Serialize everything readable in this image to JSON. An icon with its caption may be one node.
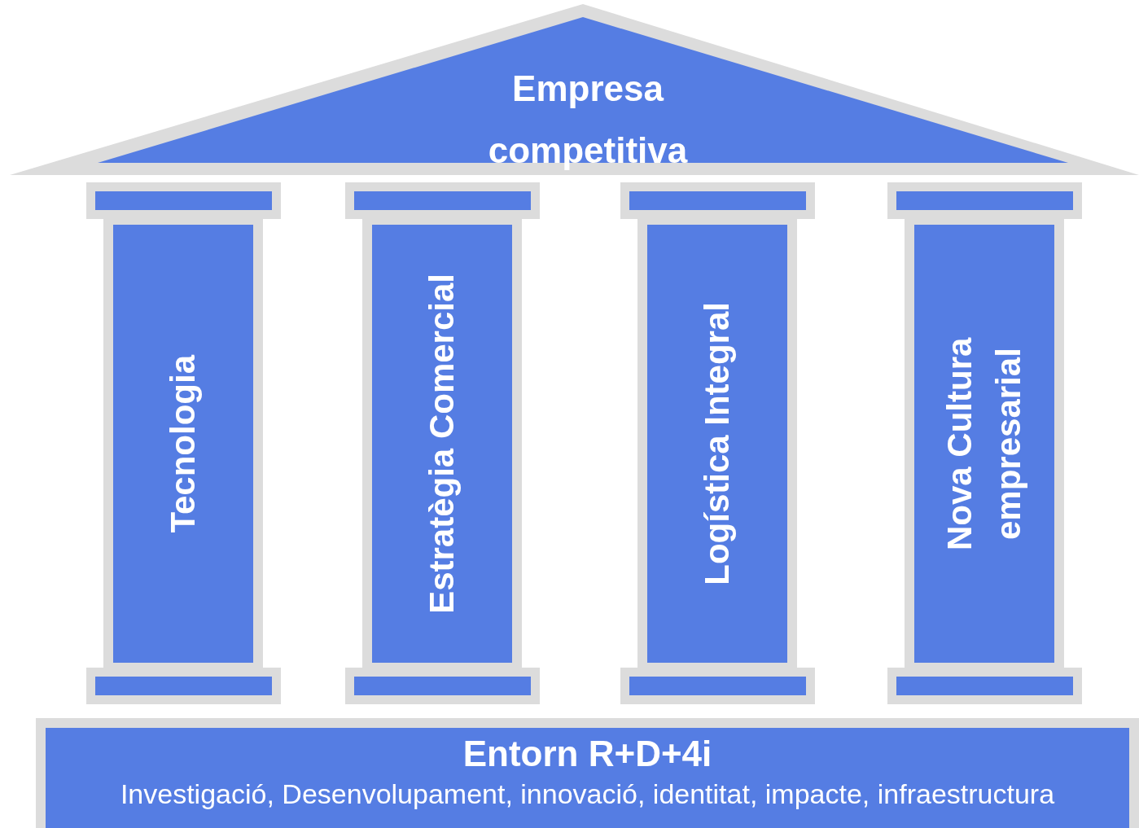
{
  "diagram": {
    "nodes": [
      {
        "text": [
          "Empresa competitiva"
        ]
      },
      {
        "text": [
          "Tecnologia"
        ]
      },
      {
        "text": [
          "Estratègia Comercial"
        ]
      },
      {
        "text": [
          "Logística Integral"
        ]
      },
      {
        "text": [
          "Nova Cultura empresarial"
        ]
      },
      {
        "text": [
          "Entorn R+D+4i",
          "Investigació, Desenvolupament, innovació, identitat, impacte, infraestructura"
        ]
      }
    ],
    "edges": []
  }
}
